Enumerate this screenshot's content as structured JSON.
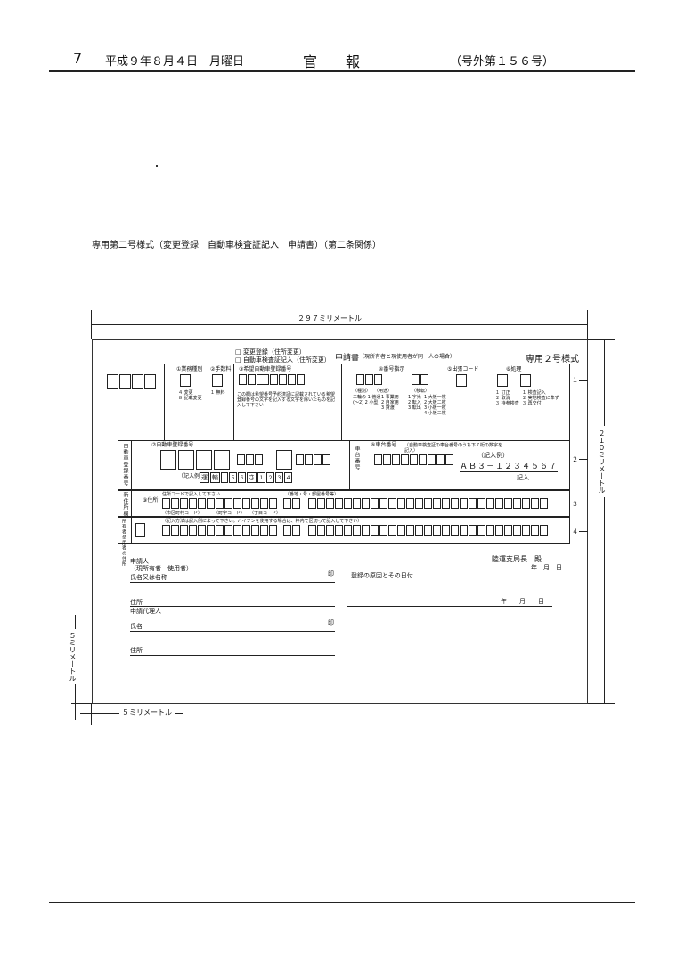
{
  "header": {
    "page_number": "7",
    "date": "平成９年８月４日　月曜日",
    "paper_title": "官　　報",
    "issue": "（号外第１５６号）"
  },
  "form_caption": "専用第二号様式（変更登録　自動車検査証記入　申請書）（第二条関係）",
  "dimensions": {
    "width_label": "２９７ミリメートル",
    "height_label": "２１０ミリメートル",
    "left_margin_label": "５ミリメートル",
    "bottom_margin_label": "５ミリメートル"
  },
  "form": {
    "title_options": [
      "□ 変更登録（住所変更）",
      "□ 自動車検査証記入（住所変更）"
    ],
    "title": "申請書",
    "title_note": "（現所有者と現使用者が同一人の場合）",
    "form_no": "専用２号様式",
    "fields": {
      "f1": "①業務種別",
      "f2": "②手数料",
      "f3": "③希望自動車登録番号",
      "f4": "④番号指示",
      "f5": "⑤出張コード",
      "f6": "⑥処理",
      "f7": "⑦自動車登録番号",
      "f8": "⑧車台番号",
      "f9": "⑨住所"
    },
    "gyomu_options": [
      "４ 変更",
      "８ 記載変更"
    ],
    "tesuryo_option": "１ 無料",
    "kibou_note": "この欄は希望番号予約済証に記載されている希望登録番号の文字を記入する文字を除いたものを記入して下さい",
    "bango_left": [
      "（種別）",
      "（用途）",
      "二輪の 1 普通",
      "(〜2) 2 小型",
      "1 事業用",
      "2 自家用",
      "3 貸渡"
    ],
    "bango_right": [
      "（移転）",
      "1 字光",
      "2 転入",
      "3 転出",
      "1 大板一枚",
      "2 大板二枚",
      "3 小板一枚",
      "4 小板二枚"
    ],
    "shori_options": [
      "１ 訂正",
      "２ 取消",
      "３ 持参検査",
      "１ 検査記入",
      "２ 実地検査に準ず",
      "３ 再交付"
    ],
    "reg_example_label": "（記入例）",
    "reg_example_chars": [
      "運",
      "輸",
      "５",
      "６",
      "さ",
      "１",
      "２",
      "３",
      "４"
    ],
    "chassis_note": "（自動車検査証の車台番号のうち下７桁の数字を記入）",
    "chassis_example_label": "（記入例）",
    "chassis_example": "ＡＢ３－１２３４５６７",
    "chassis_fill": "記入",
    "row_labels": {
      "reg": "自動車登録番号",
      "chassis": "車台番号",
      "new_addr": "新住所欄",
      "owner_addr": "所有者使用者の住所"
    },
    "addr_notes": [
      "住所コードで記入して下さい",
      "（番地・号・部屋番号等）",
      "（市区町村コード）",
      "（町字コード）",
      "（丁目コード）",
      "（記入方法は記入例によって下さい。ハイフンを使用する場合は、枠内で区切って記入して下さい）"
    ],
    "page_markers": [
      "１",
      "２",
      "３",
      "４"
    ]
  },
  "applicant": {
    "label": "申請人",
    "sub": "（現所有者　使用者）",
    "name_label": "氏名又は名称",
    "seal": "印",
    "reason_label": "登録の原因とその日付",
    "address_label": "住所",
    "agent_label": "申請代理人",
    "agent_name": "氏名",
    "agent_address": "住所",
    "office": "陸運支局長　殿",
    "date_header": "年　月　日",
    "date_reason": "年　　月　　日"
  }
}
